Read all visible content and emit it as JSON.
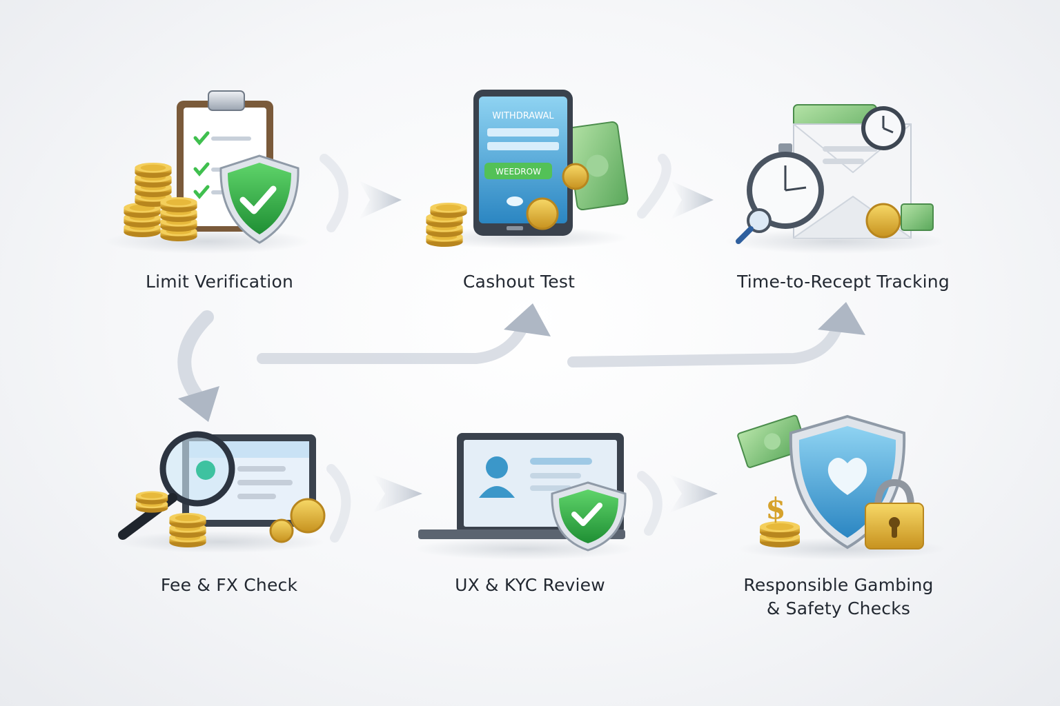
{
  "steps": [
    {
      "label": "Limit Verification",
      "icon": "clipboard-coins-shield-icon"
    },
    {
      "label": "Cashout Test",
      "icon": "phone-withdrawal-icon",
      "screen_title": "WITHDRAWAL",
      "screen_button": "WEEDROW"
    },
    {
      "label": "Time-to-Recept Tracking",
      "icon": "stopwatch-envelope-icon"
    },
    {
      "label": "Fee & FX Check",
      "icon": "laptop-magnifier-coins-icon"
    },
    {
      "label": "UX & KYC Review",
      "icon": "laptop-profile-shield-icon"
    },
    {
      "label_line1": "Responsible Gambing",
      "label_line2": "& Safety Checks",
      "icon": "shield-heart-lock-icon"
    }
  ],
  "colors": {
    "gold": "#e2b43a",
    "gold_dark": "#b8861e",
    "green": "#34b54a",
    "blue": "#3a9fd2",
    "cash": "#7cc47e",
    "arrow": "#b4bcc8"
  }
}
